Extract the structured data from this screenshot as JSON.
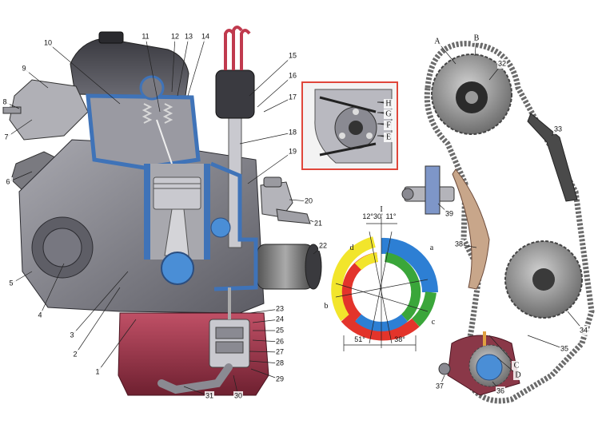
{
  "colors": {
    "block_gray": "#8c8c94",
    "block_dark": "#4a4a52",
    "coolant_blue": "#3f73b8",
    "oil_red": "#b3475a",
    "chain_gray": "#6b6b6b",
    "inset_border": "#e0463a",
    "diagram_blue": "#2d7fd4",
    "diagram_green": "#3aa63a",
    "diagram_red": "#e3342b",
    "diagram_yellow": "#f2e52b"
  },
  "engine_labels": [
    {
      "id": "1",
      "text": "1"
    },
    {
      "id": "2",
      "text": "2"
    },
    {
      "id": "3",
      "text": "3"
    },
    {
      "id": "4",
      "text": "4"
    },
    {
      "id": "5",
      "text": "5"
    },
    {
      "id": "6",
      "text": "6"
    },
    {
      "id": "7",
      "text": "7"
    },
    {
      "id": "8",
      "text": "8"
    },
    {
      "id": "9",
      "text": "9"
    },
    {
      "id": "10",
      "text": "10"
    },
    {
      "id": "11",
      "text": "11"
    },
    {
      "id": "12",
      "text": "12"
    },
    {
      "id": "13",
      "text": "13"
    },
    {
      "id": "14",
      "text": "14"
    },
    {
      "id": "15",
      "text": "15"
    },
    {
      "id": "16",
      "text": "16"
    },
    {
      "id": "17",
      "text": "17"
    },
    {
      "id": "18",
      "text": "18"
    },
    {
      "id": "19",
      "text": "19"
    },
    {
      "id": "20",
      "text": "20"
    },
    {
      "id": "21",
      "text": "21"
    },
    {
      "id": "22",
      "text": "22"
    },
    {
      "id": "23",
      "text": "23"
    },
    {
      "id": "24",
      "text": "24"
    },
    {
      "id": "25",
      "text": "25"
    },
    {
      "id": "26",
      "text": "26"
    },
    {
      "id": "27",
      "text": "27"
    },
    {
      "id": "28",
      "text": "28"
    },
    {
      "id": "29",
      "text": "29"
    },
    {
      "id": "30",
      "text": "30"
    },
    {
      "id": "31",
      "text": "31"
    }
  ],
  "chain_labels": [
    {
      "id": "32",
      "text": "32"
    },
    {
      "id": "33",
      "text": "33"
    },
    {
      "id": "34",
      "text": "34"
    },
    {
      "id": "35",
      "text": "35"
    },
    {
      "id": "36",
      "text": "36"
    },
    {
      "id": "37",
      "text": "37"
    },
    {
      "id": "38",
      "text": "38"
    },
    {
      "id": "39",
      "text": "39"
    },
    {
      "id": "A",
      "text": "A"
    },
    {
      "id": "B",
      "text": "B"
    },
    {
      "id": "C",
      "text": "C"
    },
    {
      "id": "D",
      "text": "D"
    }
  ],
  "inset_labels": [
    {
      "id": "H",
      "text": "H"
    },
    {
      "id": "G",
      "text": "G"
    },
    {
      "id": "F",
      "text": "F"
    },
    {
      "id": "E",
      "text": "E"
    }
  ],
  "timing_diagram": {
    "label_I": "I",
    "label_a": "a",
    "label_b": "b",
    "label_c": "c",
    "label_d": "d",
    "angle_top_left": "12°30'",
    "angle_top_right": "11°",
    "angle_bottom_left": "51°",
    "angle_bottom_right": "38°"
  }
}
